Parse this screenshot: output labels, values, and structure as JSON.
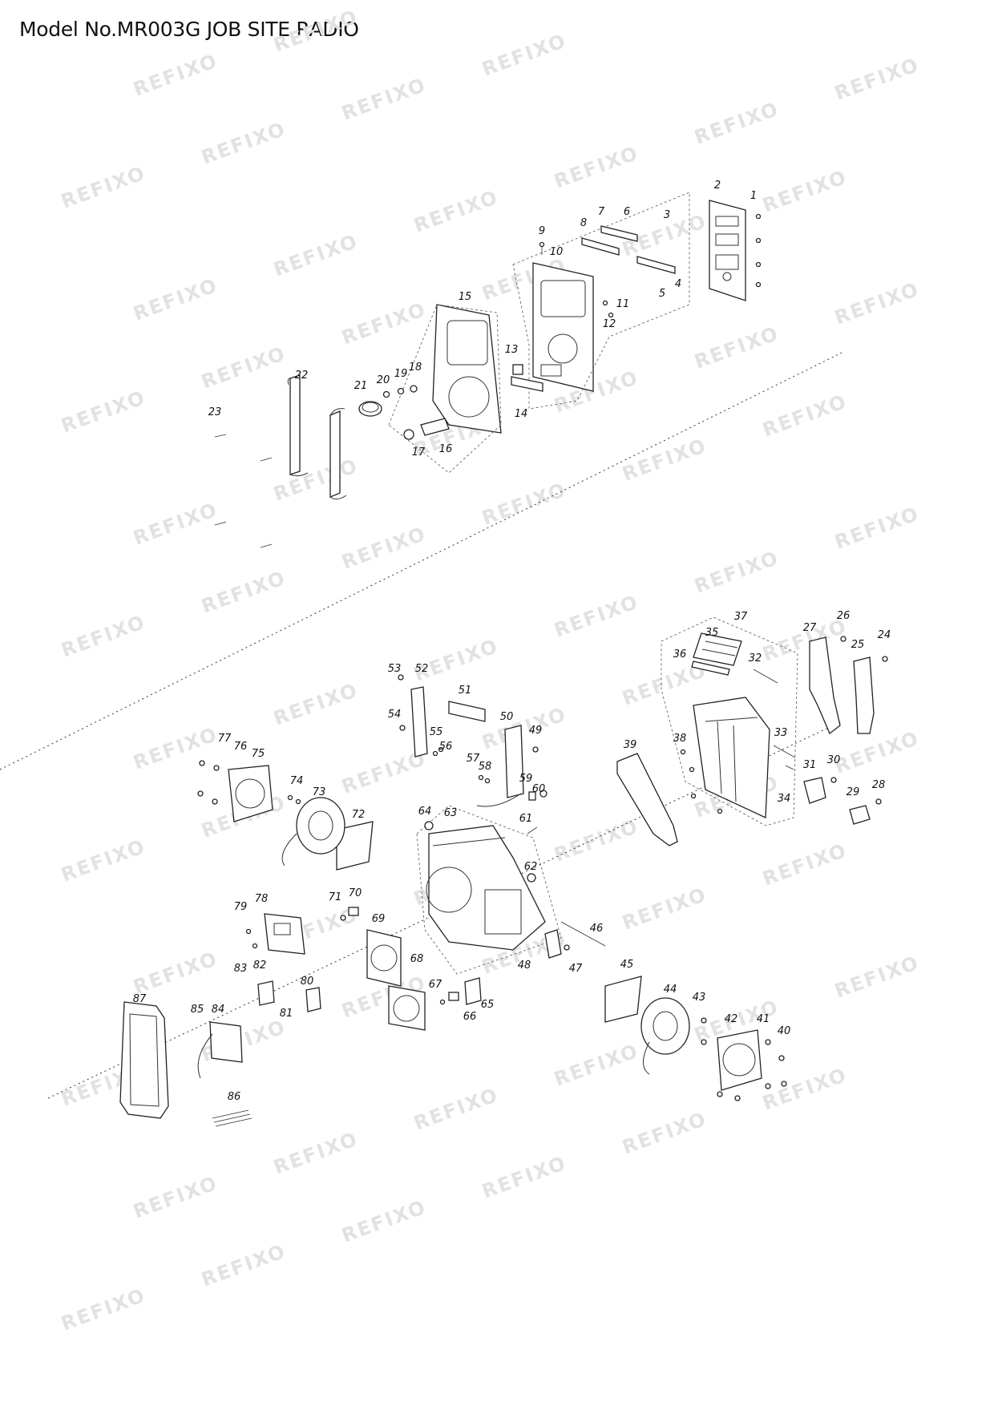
{
  "title": "Model No.MR003G JOB SITE RADIO",
  "watermark": "REFIXO",
  "part_numbers": [
    "1",
    "2",
    "3",
    "4",
    "5",
    "6",
    "7",
    "8",
    "9",
    "10",
    "11",
    "12",
    "13",
    "14",
    "15",
    "16",
    "17",
    "18",
    "19",
    "20",
    "21",
    "22",
    "23",
    "24",
    "25",
    "26",
    "27",
    "28",
    "29",
    "30",
    "31",
    "32",
    "33",
    "34",
    "35",
    "36",
    "37",
    "38",
    "39",
    "40",
    "41",
    "42",
    "43",
    "44",
    "45",
    "46",
    "47",
    "48",
    "49",
    "50",
    "51",
    "52",
    "53",
    "54",
    "55",
    "56",
    "57",
    "58",
    "59",
    "60",
    "61",
    "62",
    "63",
    "64",
    "65",
    "66",
    "67",
    "68",
    "69",
    "70",
    "71",
    "72",
    "73",
    "74",
    "75",
    "76",
    "77",
    "78",
    "79",
    "80",
    "81",
    "82",
    "83",
    "84",
    "85",
    "86",
    "87"
  ]
}
